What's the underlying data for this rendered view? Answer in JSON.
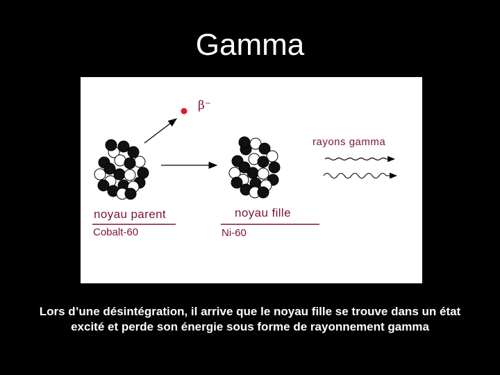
{
  "slide": {
    "title": "Gamma",
    "caption_line1": "Lors d’une désintégration, il arrive que le noyau fille se trouve dans un état",
    "caption_line2": "excité et perde son énergie sous forme de rayonnement gamma"
  },
  "diagram": {
    "beta_label": "β⁻",
    "gamma_label": "rayons gamma",
    "parent_label": "noyau parent",
    "parent_name": "Cobalt-60",
    "daughter_label": "noyau fille",
    "daughter_name": "Ni-60",
    "colors": {
      "label": "#7a1530",
      "particle": "#d81e2a",
      "line": "#000000"
    }
  }
}
